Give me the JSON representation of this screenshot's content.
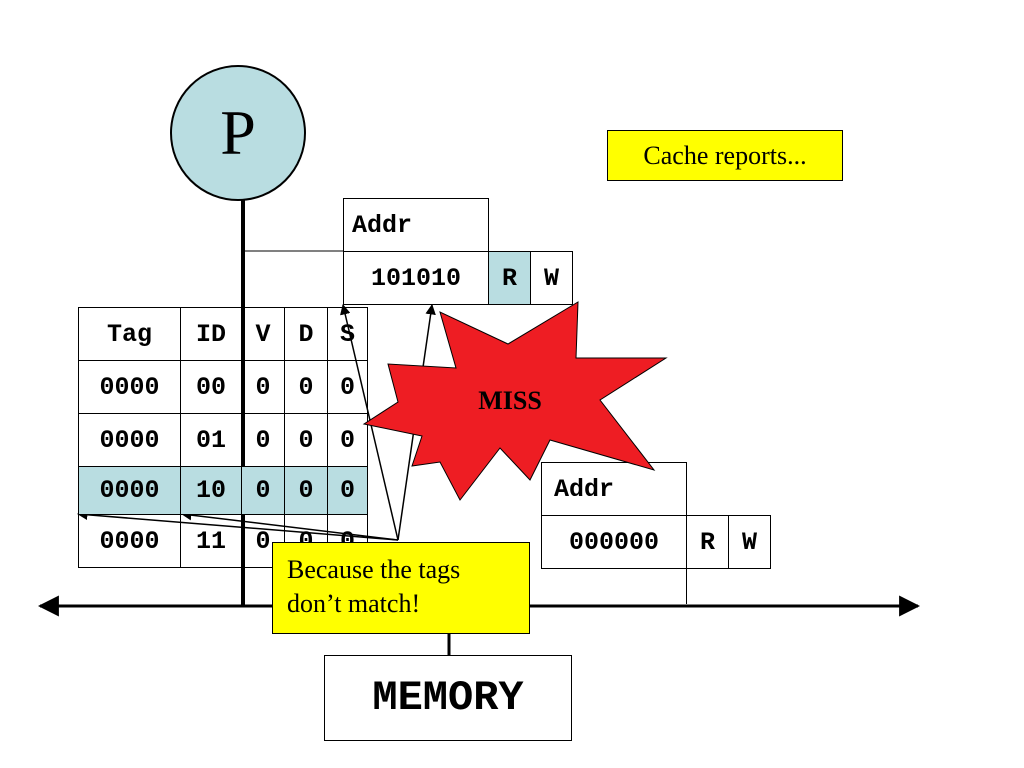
{
  "processor": {
    "label": "P",
    "fill": "#b9dde1"
  },
  "note_top": {
    "text": "Cache reports..."
  },
  "note_bottom": {
    "line1": "Because the tags",
    "line2": "don’t match!"
  },
  "burst": {
    "text": "MISS",
    "fill": "#ee1d23"
  },
  "memory": {
    "label": "MEMORY"
  },
  "addr_top": {
    "header": "Addr",
    "value": "101010",
    "r": "R",
    "w": "W",
    "highlighted": "R"
  },
  "addr_bottom": {
    "header": "Addr",
    "value": "000000",
    "r": "R",
    "w": "W"
  },
  "cache_table": {
    "headers": [
      "Tag",
      "ID",
      "V",
      "D",
      "S"
    ],
    "rows": [
      [
        "0000",
        "00",
        "0",
        "0",
        "0"
      ],
      [
        "0000",
        "01",
        "0",
        "0",
        "0"
      ],
      [
        "0000",
        "10",
        "0",
        "0",
        "0"
      ],
      [
        "0000",
        "11",
        "0",
        "0",
        "0"
      ]
    ],
    "highlight_row": 2,
    "highlight_color": "#b9dde1"
  },
  "colors": {
    "note_fill": "#ffff00",
    "highlight": "#b9dde1"
  }
}
